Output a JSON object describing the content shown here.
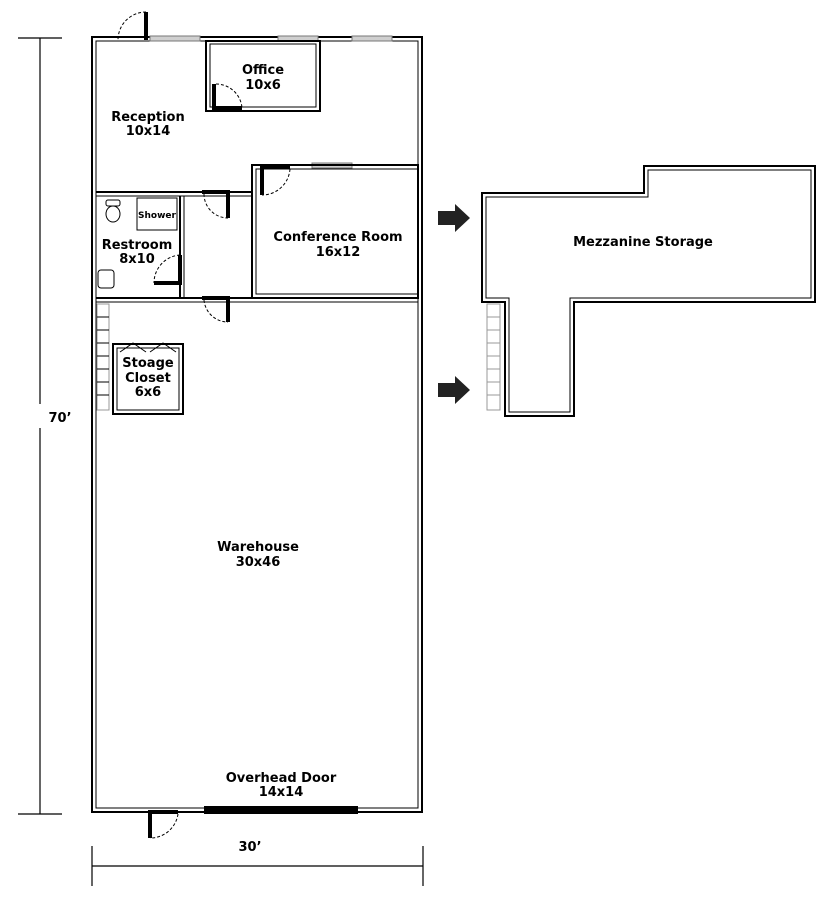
{
  "rooms": {
    "office": {
      "name": "Office",
      "size": "10x6"
    },
    "reception": {
      "name": "Reception",
      "size": "10x14"
    },
    "restroom": {
      "name": "Restroom",
      "size": "8x10",
      "shower": "Shower"
    },
    "conference": {
      "name": "Conference Room",
      "size": "16x12"
    },
    "storage_closet": {
      "name_line1": "Stoage",
      "name_line2": "Closet",
      "size": "6x6"
    },
    "warehouse": {
      "name": "Warehouse",
      "size": "30x46"
    },
    "overhead_door": {
      "name": "Overhead Door",
      "size": "14x14"
    },
    "mezzanine": {
      "name": "Mezzanine Storage"
    }
  },
  "dimensions": {
    "height": "70’",
    "width": "30’"
  },
  "icons": [
    "arrow-right-icon",
    "toilet-icon",
    "sink-icon"
  ],
  "colors": {
    "wall": "#000000",
    "window": "#cfcfcf",
    "stairs": "#999999"
  }
}
